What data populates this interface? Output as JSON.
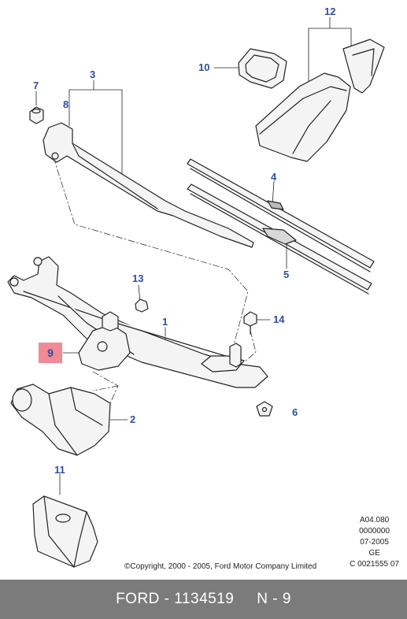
{
  "callouts": {
    "c1": "1",
    "c2": "2",
    "c3": "3",
    "c4": "4",
    "c5": "5",
    "c6": "6",
    "c7": "7",
    "c8": "8",
    "c9": "9",
    "c10": "10",
    "c11": "11",
    "c12": "12",
    "c13": "13",
    "c14": "14"
  },
  "reference": {
    "line1": "A04.080",
    "line2": "0000000",
    "line3": "07-2005",
    "line4": "GE",
    "line5": "C 0021555 07"
  },
  "copyright": "©Copyright, 2000 - 2005, Ford Motor Company Limited",
  "footer": {
    "brand": "FORD",
    "part_number": "1134519",
    "position": "N - 9"
  },
  "colors": {
    "callout": "#2d4fa3",
    "highlight": "#f08a95",
    "footer_bg": "#7b7b7b"
  }
}
